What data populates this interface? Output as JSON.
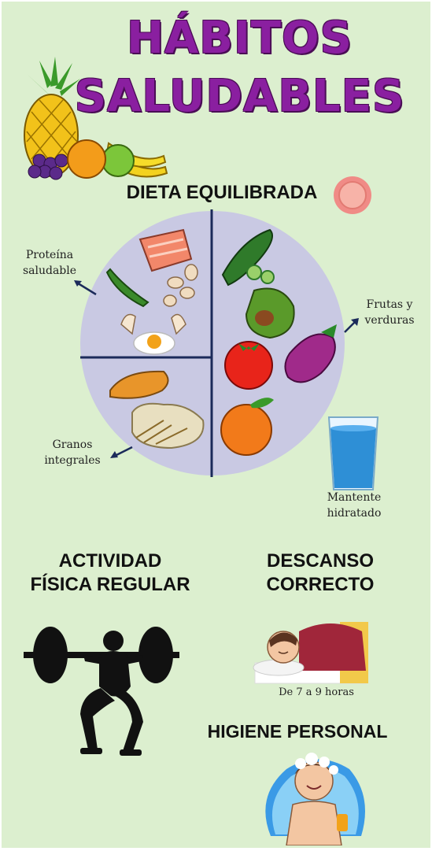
{
  "title": {
    "line1": "HÁBITOS",
    "line2": "SALUDABLES"
  },
  "diet": {
    "heading": "DIETA EQUILIBRADA",
    "protein_label": [
      "Proteína",
      "saludable"
    ],
    "fruits_label": [
      "Frutas y",
      "verduras"
    ],
    "grains_label": [
      "Granos",
      "integrales"
    ],
    "water_label": [
      "Mantente",
      "hidratado"
    ]
  },
  "activity": {
    "heading": [
      "ACTIVIDAD",
      "FÍSICA REGULAR"
    ]
  },
  "rest": {
    "heading": [
      "DESCANSO",
      "CORRECTO"
    ],
    "hours": "De 7 a 9 horas"
  },
  "hygiene": {
    "heading": "HIGIENE PERSONAL"
  },
  "colors": {
    "title": "#8a1fa0",
    "background": "#dcefcf",
    "plate": "#c9c9e3",
    "water": "#2e8fd6"
  },
  "icons": [
    "fruit-basket-icon",
    "plate-icon",
    "water-glass-icon",
    "weightlifter-icon",
    "sleeping-person-icon",
    "shower-icon"
  ]
}
